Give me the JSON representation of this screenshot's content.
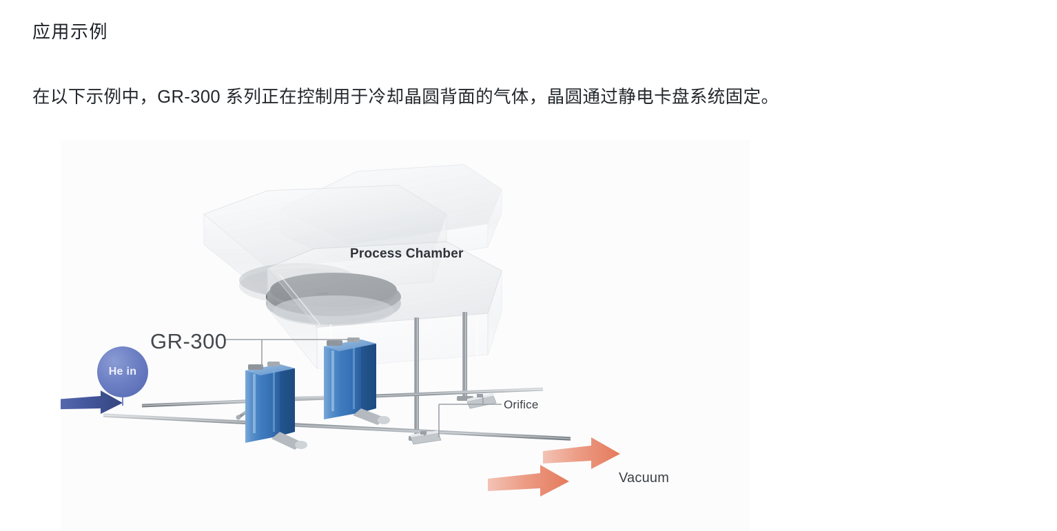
{
  "heading": "应用示例",
  "paragraph": "在以下示例中，GR-300 系列正在控制用于冷却晶圆背面的气体，晶圆通过静电卡盘系统固定。",
  "figure": {
    "labels": {
      "process_chamber": "Process Chamber",
      "gr300": "GR-300",
      "he_in": "He in",
      "orifice": "Orifice",
      "vacuum": "Vacuum"
    },
    "colors": {
      "background": "#fcfcfd",
      "device_blue": "#2f6fb5",
      "device_blue_light": "#6fa3d8",
      "he_bubble": "#5366b0",
      "he_arrow": "#3f5496",
      "vacuum_arrow": "#e98a70",
      "pipe_gray": "#8b9096",
      "chamber_glass": "#e9ecef",
      "chuck_dark": "#5d6469",
      "leader_line": "#9aa0a6",
      "text": "#3b4045"
    }
  }
}
